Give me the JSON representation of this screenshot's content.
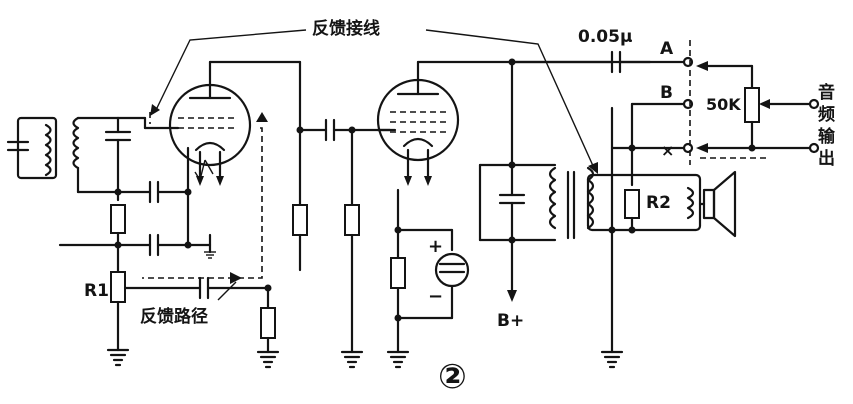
{
  "labels": {
    "feedback_connection": "反馈接线",
    "feedback_path": "反馈路径",
    "capacitor_value": "0.05μ",
    "terminal_a": "A",
    "terminal_b": "B",
    "potentiometer": "50K",
    "audio_output": [
      "音",
      "频",
      "输",
      "出"
    ],
    "r1": "R1",
    "r2": "R2",
    "b_plus": "B+",
    "figure_number": "②",
    "plus_sign": "+",
    "minus_sign": "−",
    "cross_mark": "×"
  },
  "colors": {
    "ink": "#141414",
    "paper": "#ffffff"
  }
}
